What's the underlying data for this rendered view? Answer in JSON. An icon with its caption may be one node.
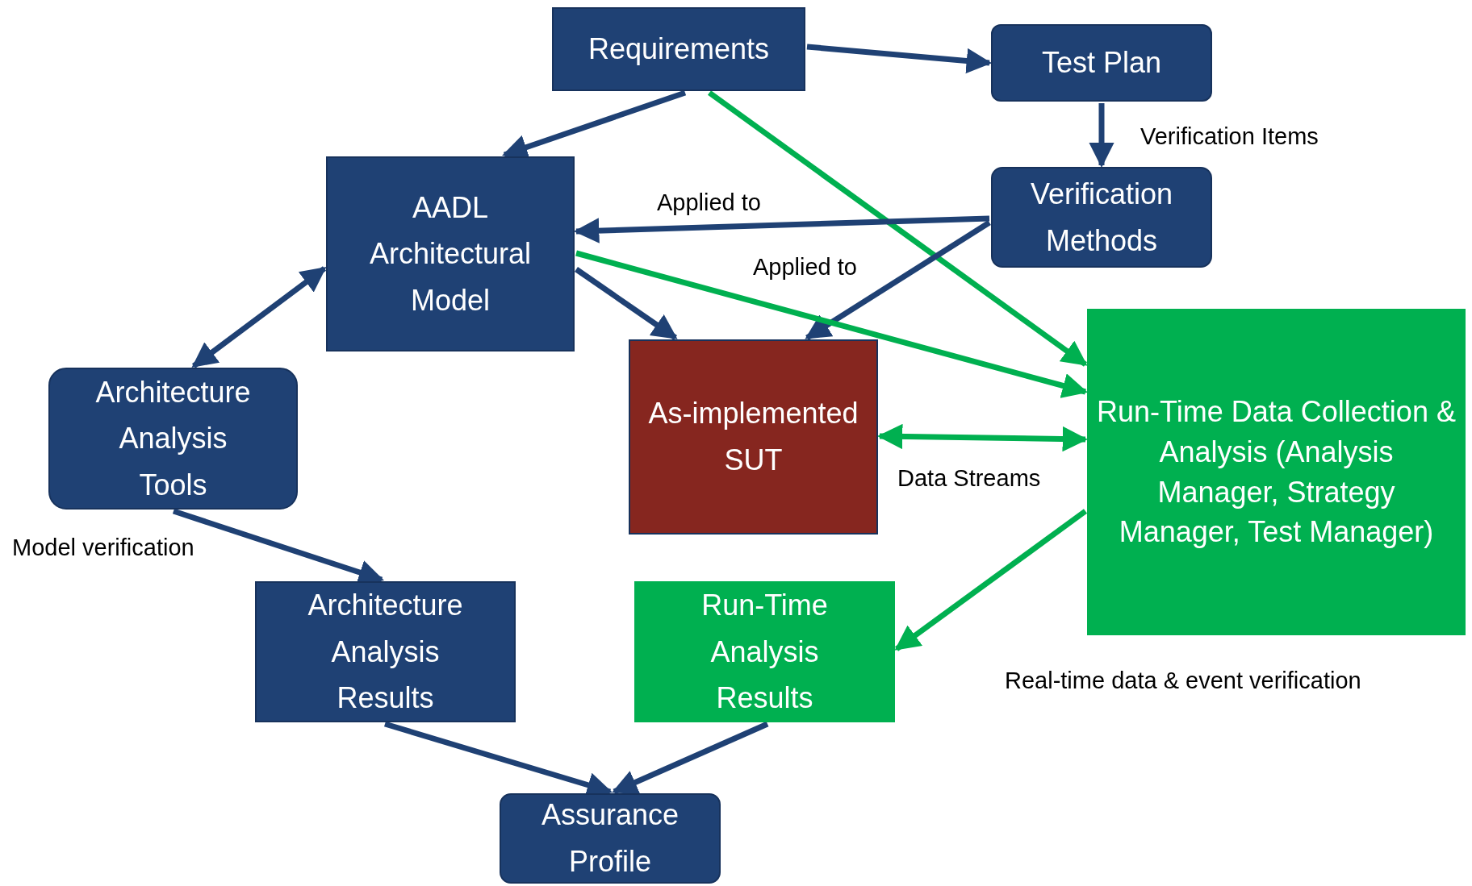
{
  "diagram": {
    "nodes": [
      {
        "text": [
          "Requirements"
        ]
      },
      {
        "text": [
          "Test Plan"
        ]
      },
      {
        "text": [
          "AADL Architectural Model"
        ]
      },
      {
        "text": [
          "Verification Methods"
        ]
      },
      {
        "text": [
          "Architecture Analysis Tools"
        ]
      },
      {
        "text": [
          "As-implemented SUT"
        ]
      },
      {
        "text": [
          "Run-Time Data Collection & Analysis (Analysis Manager, Strategy Manager, Test Manager)"
        ]
      },
      {
        "text": [
          "Architecture Analysis Results"
        ]
      },
      {
        "text": [
          "Run-Time Analysis Results"
        ]
      },
      {
        "text": [
          "Assurance Profile"
        ]
      }
    ],
    "edges": [
      {
        "from": 0,
        "to": 1,
        "arrow": "to"
      },
      {
        "from": 1,
        "to": 3,
        "arrow": "to",
        "label": "Verification Items"
      },
      {
        "from": 0,
        "to": 2,
        "arrow": "to"
      },
      {
        "from": 0,
        "to": 6,
        "arrow": "to",
        "color": "#00b050"
      },
      {
        "from": 3,
        "to": 2,
        "arrow": "to",
        "label": "Applied to"
      },
      {
        "from": 3,
        "to": 5,
        "arrow": "to",
        "label": "Applied to"
      },
      {
        "from": 2,
        "to": 5,
        "arrow": "to"
      },
      {
        "from": 2,
        "to": 6,
        "arrow": "to",
        "color": "#00b050"
      },
      {
        "from": 2,
        "to": 4,
        "arrow": "both"
      },
      {
        "from": 5,
        "to": 6,
        "arrow": "both",
        "color": "#00b050",
        "label": "Data Streams"
      },
      {
        "from": 6,
        "to": 8,
        "arrow": "to",
        "color": "#00b050"
      },
      {
        "from": 4,
        "to": 7,
        "arrow": "to",
        "label": "Model verification"
      },
      {
        "from": 7,
        "to": 9,
        "arrow": "to"
      },
      {
        "from": 8,
        "to": 9,
        "arrow": "to"
      }
    ],
    "labels": [
      "Real-time data & event verification"
    ]
  }
}
